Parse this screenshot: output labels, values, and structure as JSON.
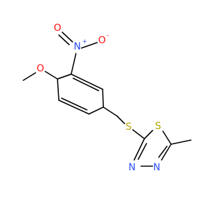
{
  "molecule": {
    "atoms": {
      "o_methoxy": {
        "symbol": "O",
        "color": "#FF0D0D"
      },
      "n_nitro": {
        "symbol": "N",
        "charge": "+",
        "color": "#3050F8"
      },
      "o_nitro_single": {
        "symbol": "O",
        "charge": "-",
        "color": "#FF0D0D"
      },
      "o_nitro_double": {
        "symbol": "O",
        "color": "#FF0D0D"
      },
      "s_thioether": {
        "symbol": "S",
        "color": "#B8A300"
      },
      "s_ring": {
        "symbol": "S",
        "color": "#B8A300"
      },
      "n_ring_1": {
        "symbol": "N",
        "color": "#3050F8"
      },
      "n_ring_2": {
        "symbol": "N",
        "color": "#3050F8"
      }
    },
    "bond_color": "#000000"
  }
}
